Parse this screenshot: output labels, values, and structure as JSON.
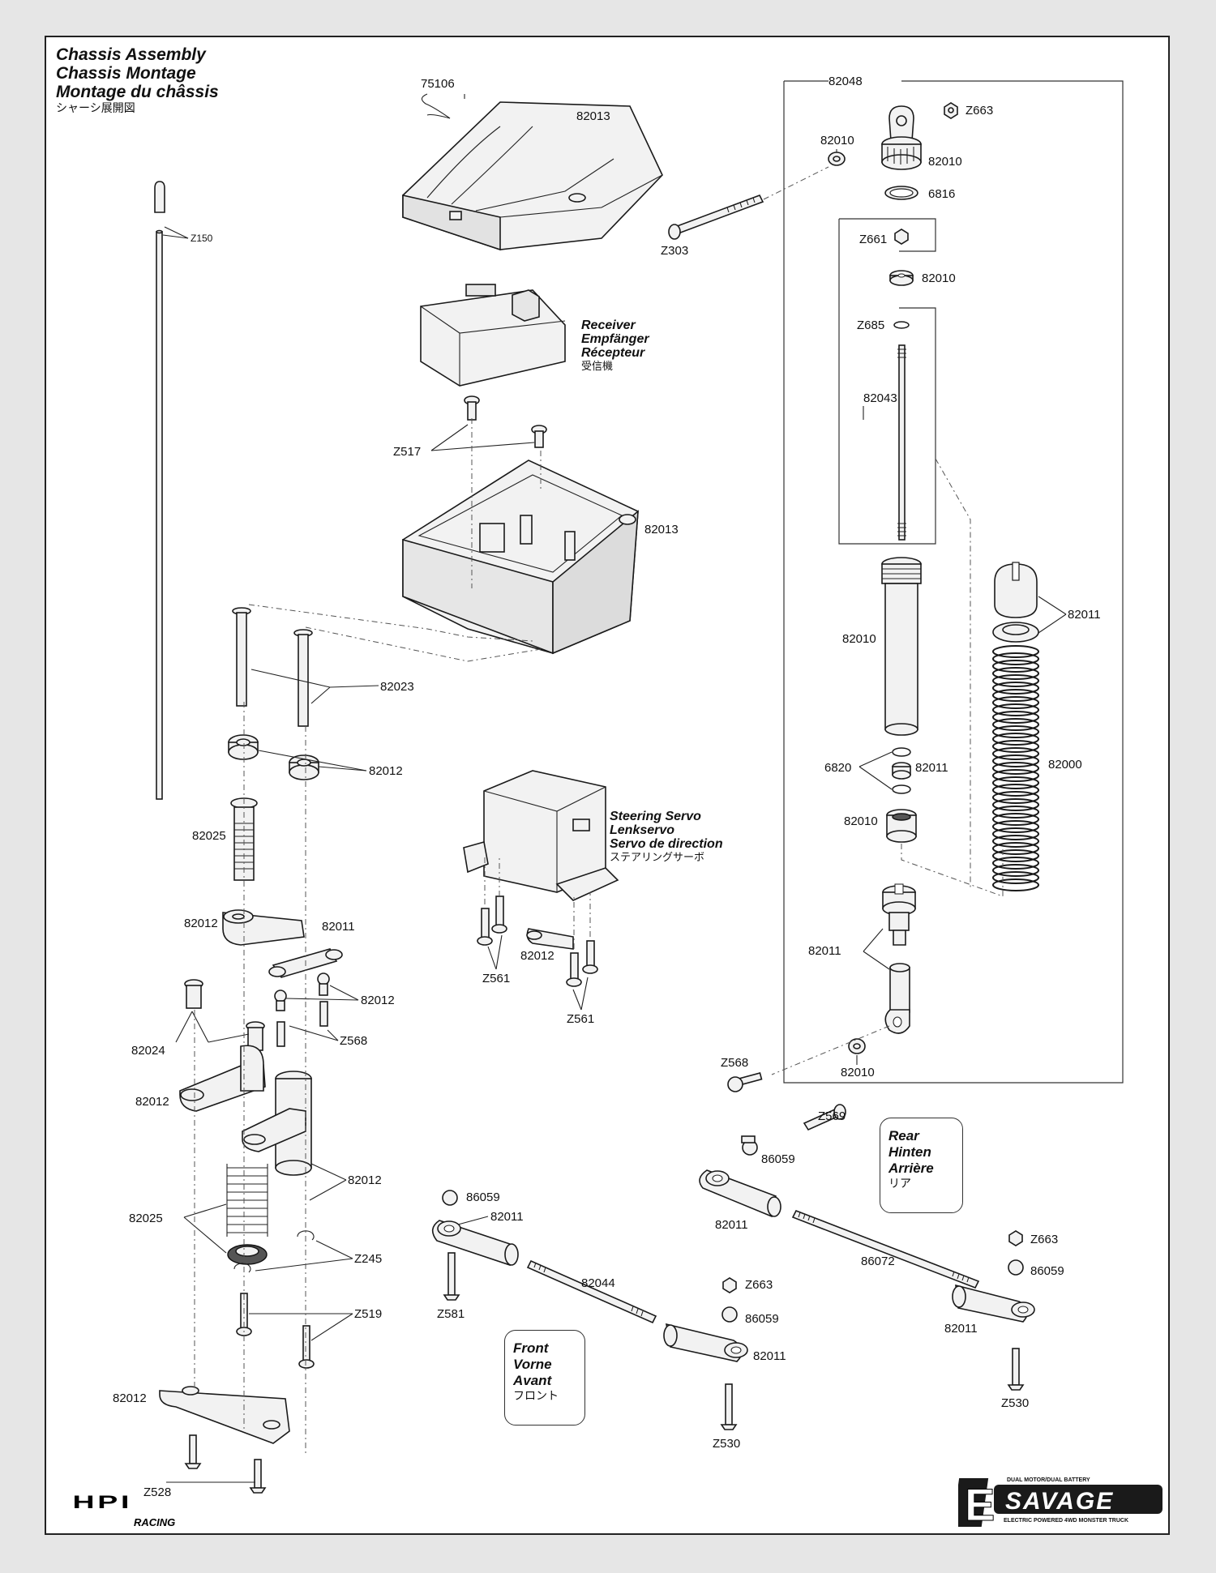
{
  "title": {
    "lines": [
      "Chassis Assembly",
      "Chassis Montage",
      "Montage du châssis"
    ],
    "jp": "シャーシ展開図"
  },
  "receiver": {
    "lines": [
      "Receiver",
      "Empfänger",
      "Récepteur"
    ],
    "jp": "受信機"
  },
  "servo": {
    "lines": [
      "Steering Servo",
      "Lenkservo",
      "Servo de direction"
    ],
    "jp": "ステアリングサーボ"
  },
  "front": {
    "lines": [
      "Front",
      "Vorne",
      "Avant"
    ],
    "jp": "フロント"
  },
  "rear": {
    "lines": [
      "Rear",
      "Hinten",
      "Arrière"
    ],
    "jp": "リア"
  },
  "labels": {
    "p75106": "75106",
    "p82013a": "82013",
    "p82013b": "82013",
    "pZ150": "Z150",
    "pZ517": "Z517",
    "p82023": "82023",
    "p82012a": "82012",
    "p82025a": "82025",
    "p82012b": "82012",
    "p82011a": "82011",
    "p82012c": "82012",
    "p82024": "82024",
    "pZ568a": "Z568",
    "p82012d": "82012",
    "p82012e": "82012",
    "p82025b": "82025",
    "pZ245": "Z245",
    "pZ519": "Z519",
    "p82012f": "82012",
    "pZ528": "Z528",
    "pZ561a": "Z561",
    "p82012g": "82012",
    "pZ561b": "Z561",
    "p82048": "82048",
    "pZ663a": "Z663",
    "p82010a": "82010",
    "p82010b": "82010",
    "p6816": "6816",
    "pZ303": "Z303",
    "pZ661": "Z661",
    "p82010c": "82010",
    "pZ685": "Z685",
    "p82043": "82043",
    "p82010d": "82010",
    "p82011b": "82011",
    "p82000": "82000",
    "p6820": "6820",
    "p82011c": "82011",
    "p82010e": "82010",
    "p82011d": "82011",
    "p82010f": "82010",
    "pZ568b": "Z568",
    "pZ569": "Z569",
    "p86059a": "86059",
    "p82011e": "82011",
    "p86072": "86072",
    "pZ663b": "Z663",
    "p86059b": "86059",
    "p82011f": "82011",
    "pZ530a": "Z530",
    "p86059c": "86059",
    "p82011g": "82011",
    "pZ581": "Z581",
    "p82044": "82044",
    "pZ663c": "Z663",
    "p86059d": "86059",
    "p82011h": "82011",
    "pZ530b": "Z530"
  },
  "logos": {
    "hpi": "HPI",
    "hpi_sub": "RACING",
    "savage_letter": "E",
    "savage": "SAVAGE",
    "savage_top": "DUAL MOTOR/DUAL BATTERY",
    "savage_bottom": "ELECTRIC POWERED 4WD MONSTER TRUCK"
  }
}
